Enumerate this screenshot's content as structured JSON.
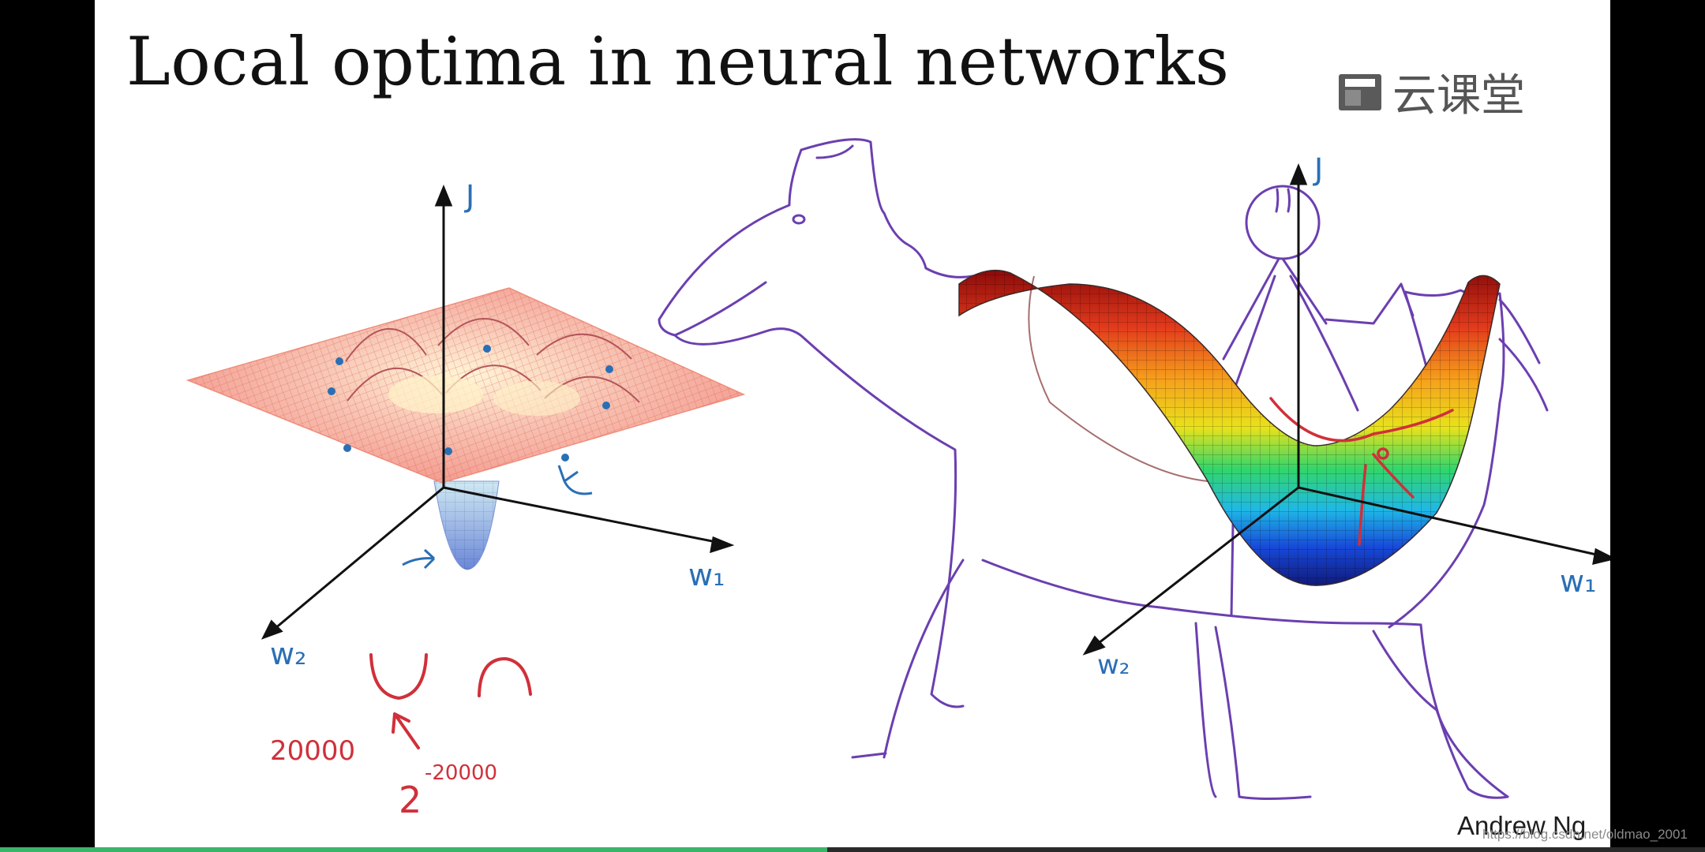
{
  "slide": {
    "title": "Local optima in neural networks",
    "brand": {
      "name": "云课堂",
      "icon": "book-icon"
    },
    "author": "Andrew Ng",
    "watermark": "https://blog.csdn.net/oldmao_2001"
  },
  "left_plot": {
    "axis_labels": {
      "vertical": "J",
      "horizontal": "w₁",
      "depth": "w₂"
    }
  },
  "right_plot": {
    "axis_labels": {
      "vertical": "J",
      "horizontal": "w₁",
      "depth": "w₂"
    }
  },
  "annotations": {
    "dimension_count": "20000",
    "base": "2",
    "exponent": "-20000"
  },
  "video": {
    "progress": 0.485,
    "progress_color": "#3bb56a"
  },
  "colors": {
    "ink_blue": "#2a6fb5",
    "ink_red": "#d0303a",
    "ink_purple": "#6b3fb0"
  }
}
